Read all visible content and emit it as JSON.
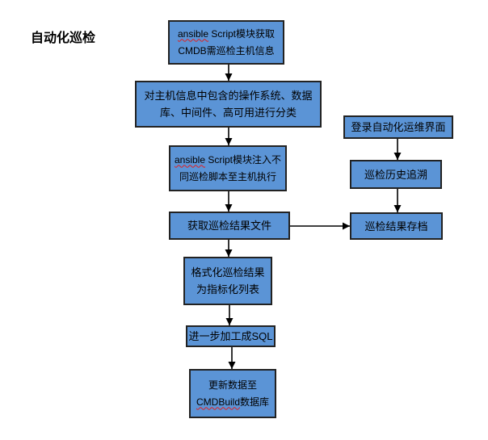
{
  "title": "自动化巡检",
  "colors": {
    "box_fill": "#5b94d6",
    "box_border": "#222222",
    "arrow": "#000000",
    "spellcheck_underline": "#e02020"
  },
  "main_flow": [
    {
      "lines": [
        [
          "ansible",
          " Script模块获取"
        ],
        [
          "CMDB需巡检主机信息"
        ]
      ]
    },
    {
      "lines": [
        [
          "对主机信息中包含的操作系统、数据"
        ],
        [
          "库、中间件、高可用进行分类"
        ]
      ]
    },
    {
      "lines": [
        [
          "ansible",
          " Script模块注入不"
        ],
        [
          "同巡检脚本至主机执行"
        ]
      ]
    },
    {
      "lines": [
        [
          "获取巡检结果文件"
        ]
      ]
    },
    {
      "lines": [
        [
          "格式化巡检结果"
        ],
        [
          "为指标化列表"
        ]
      ]
    },
    {
      "lines": [
        [
          "进一步加工成SQL"
        ]
      ]
    },
    {
      "lines": [
        [
          "更新数据至"
        ],
        [
          "CMDBuild",
          "数据库"
        ]
      ]
    }
  ],
  "side_flow": [
    {
      "lines": [
        [
          "登录自动化运维界面"
        ]
      ]
    },
    {
      "lines": [
        [
          "巡检历史追溯"
        ]
      ]
    },
    {
      "lines": [
        [
          "巡检结果存档"
        ]
      ]
    }
  ]
}
